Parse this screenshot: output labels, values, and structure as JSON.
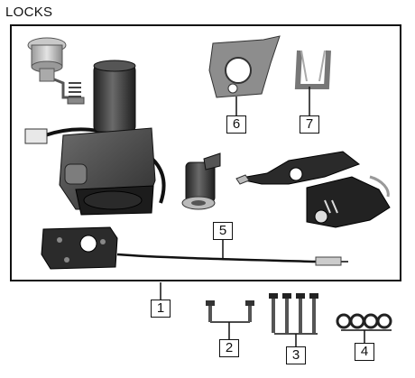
{
  "diagram": {
    "title": "LOCKS",
    "callouts": {
      "c1": "1",
      "c2": "2",
      "c3": "3",
      "c4": "4",
      "c5": "5",
      "c6": "6",
      "c7": "7"
    }
  }
}
